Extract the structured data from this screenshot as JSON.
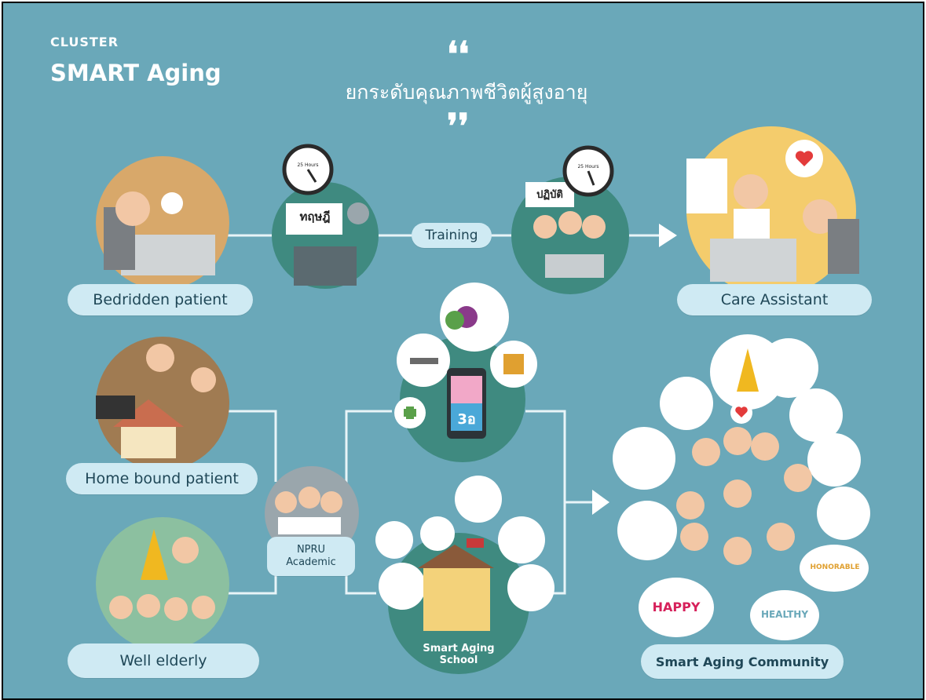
{
  "header": {
    "cluster": "CLUSTER",
    "title": "SMART Aging",
    "quote_open": "❛❛",
    "quote_close": "❜❜",
    "thai_slogan": "ยกระดับคุณภาพชีวิตผู้สูงอายุ"
  },
  "nodes": {
    "bedridden": "Bedridden patient",
    "home_bound": "Home bound patient",
    "well_elderly": "Well elderly",
    "care_assistant": "Care Assistant",
    "npru_line1": "NPRU",
    "npru_line2": "Academic",
    "smart_school_line1": "Smart  Aging",
    "smart_school_line2": "School",
    "community": "Smart Aging Community"
  },
  "training": {
    "label": "Training",
    "theory_board": "ทฤษฎี",
    "practice_board": "ปฏิบัติ",
    "clock_text": "25 Hours"
  },
  "phone": {
    "screen_text": "3อ"
  },
  "community_words": {
    "happy": "HAPPY",
    "healthy": "HEALTHY",
    "honorable": "HONORABLE"
  },
  "colors": {
    "background": "#6aa8b9",
    "pill": "#cfeaf3",
    "line": "#e8f4f8",
    "teal_circle": "#3f8a80",
    "tan_circle": "#d8a86a",
    "yellow_circle": "#f4cc6c",
    "brown_circle": "#a07b52",
    "green_circle": "#8cc0a0",
    "gray_circle": "#9aa6ac",
    "happy": "#d6205a",
    "healthy": "#6aa8b9",
    "honorable": "#e0a030"
  }
}
